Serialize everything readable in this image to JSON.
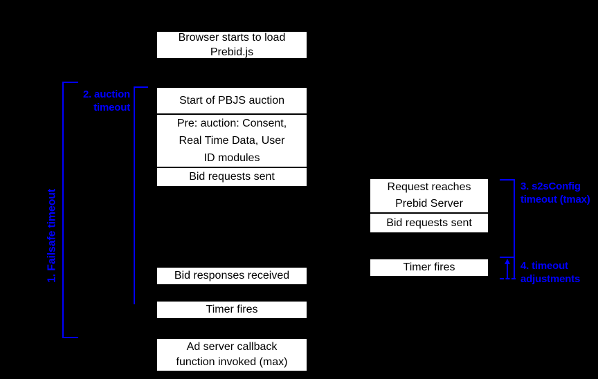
{
  "colors": {
    "background": "#000000",
    "box_fill": "#ffffff",
    "box_border": "#000000",
    "box_text": "#000000",
    "accent_blue": "#0000ff"
  },
  "timeline_left": {
    "browser_load": "Browser starts to load\nPrebid.js",
    "auction_start": "Start of PBJS auction",
    "pre_auction": "Pre: auction: Consent,\nReal Time Data, User\nID modules",
    "bid_requests_sent": "Bid requests sent",
    "bid_responses_received": "Bid responses received",
    "timer_fires": "Timer fires",
    "ad_server_callback": "Ad server callback\nfunction invoked (max)"
  },
  "timeline_right": {
    "request_reaches_server": "Request reaches\nPrebid Server",
    "bid_requests_sent": "Bid requests sent",
    "timer_fires": "Timer fires"
  },
  "labels": {
    "failsafe_timeout": "1. Failsafe timeout",
    "auction_timeout": "2. auction\ntimeout",
    "s2s_timeout": "3. s2sConfig\ntimeout (tmax)",
    "timeout_adjustments": "4. timeout\nadjustments"
  }
}
